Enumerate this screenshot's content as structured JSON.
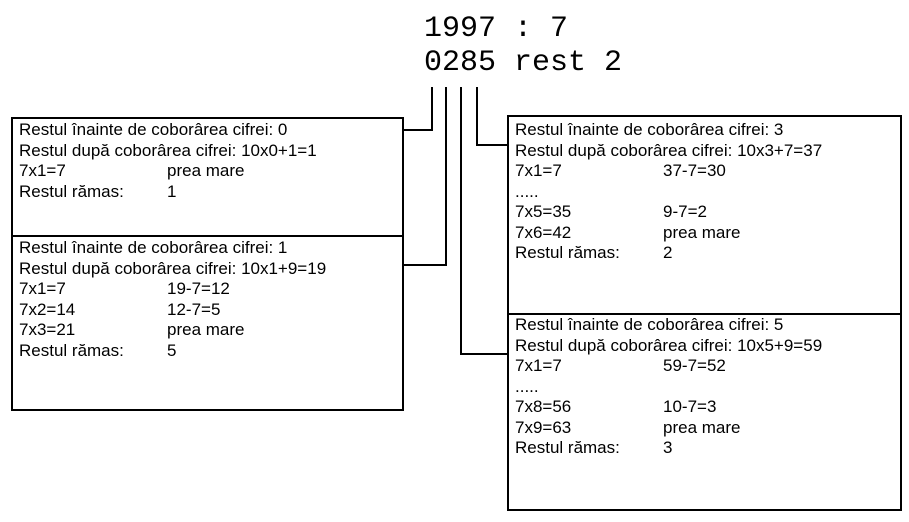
{
  "header": {
    "dividend_line": "1997 : 7",
    "result_line": "0285 rest 2"
  },
  "boxes": [
    {
      "lines": [
        {
          "a": "Restul înainte de coborârea cifrei: 0",
          "b": ""
        },
        {
          "a": "Restul după coborârea cifrei: 10x0+1=1",
          "b": ""
        },
        {
          "a": "7x1=7",
          "b": "prea mare"
        },
        {
          "a": "Restul rămas:",
          "b": "1"
        }
      ]
    },
    {
      "lines": [
        {
          "a": "Restul înainte de coborârea cifrei: 1",
          "b": ""
        },
        {
          "a": "Restul după coborârea cifrei: 10x1+9=19",
          "b": ""
        },
        {
          "a": "7x1=7",
          "b": "19-7=12"
        },
        {
          "a": "7x2=14",
          "b": "12-7=5"
        },
        {
          "a": "7x3=21",
          "b": "prea mare"
        },
        {
          "a": "Restul rămas:",
          "b": "5"
        }
      ]
    },
    {
      "lines": [
        {
          "a": "Restul înainte de coborârea cifrei: 3",
          "b": ""
        },
        {
          "a": "Restul după coborârea cifrei: 10x3+7=37",
          "b": ""
        },
        {
          "a": "7x1=7",
          "b": "37-7=30"
        },
        {
          "a": ".....",
          "b": ""
        },
        {
          "a": "7x5=35",
          "b": "9-7=2"
        },
        {
          "a": "7x6=42",
          "b": "prea mare"
        },
        {
          "a": "Restul rămas:",
          "b": "2"
        }
      ]
    },
    {
      "lines": [
        {
          "a": "Restul înainte de coborârea cifrei: 5",
          "b": ""
        },
        {
          "a": "Restul după coborârea cifrei: 10x5+9=59",
          "b": ""
        },
        {
          "a": "7x1=7",
          "b": "59-7=52"
        },
        {
          "a": ".....",
          "b": ""
        },
        {
          "a": "7x8=56",
          "b": "10-7=3"
        },
        {
          "a": "7x9=63",
          "b": "prea mare"
        },
        {
          "a": "Restul rămas:",
          "b": "3"
        }
      ]
    }
  ]
}
